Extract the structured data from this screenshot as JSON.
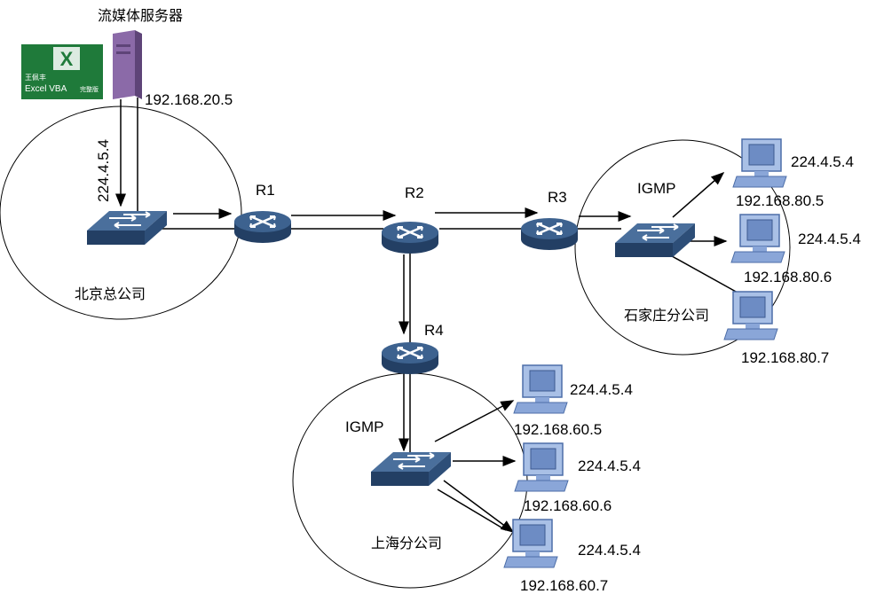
{
  "server": {
    "title": "流媒体服务器",
    "ip": "192.168.20.5",
    "book_author": "王佩丰",
    "book_title": "Excel VBA",
    "book_edition": "完整版"
  },
  "multicast_group": "224.4.5.4",
  "routers": {
    "r1": "R1",
    "r2": "R2",
    "r3": "R3",
    "r4": "R4"
  },
  "sites": {
    "beijing": "北京总公司",
    "shijiazhuang": "石家庄分公司",
    "shanghai": "上海分公司"
  },
  "igmp": {
    "sjz": "IGMP",
    "sh": "IGMP"
  },
  "hosts_sjz": [
    {
      "group": "224.4.5.4",
      "ip": "192.168.80.5"
    },
    {
      "group": "224.4.5.4",
      "ip": "192.168.80.6"
    },
    {
      "ip": "192.168.80.7"
    }
  ],
  "hosts_sh": [
    {
      "group": "224.4.5.4",
      "ip": "192.168.60.5"
    },
    {
      "group": "224.4.5.4",
      "ip": "192.168.60.6"
    },
    {
      "group": "224.4.5.4",
      "ip": "192.168.60.7"
    }
  ],
  "colors": {
    "device": "#2d4e78",
    "device_top": "#4a6f9c",
    "host": "#7f9ed0",
    "server": "#8b6aa8",
    "excel_green": "#1f7a3a"
  }
}
